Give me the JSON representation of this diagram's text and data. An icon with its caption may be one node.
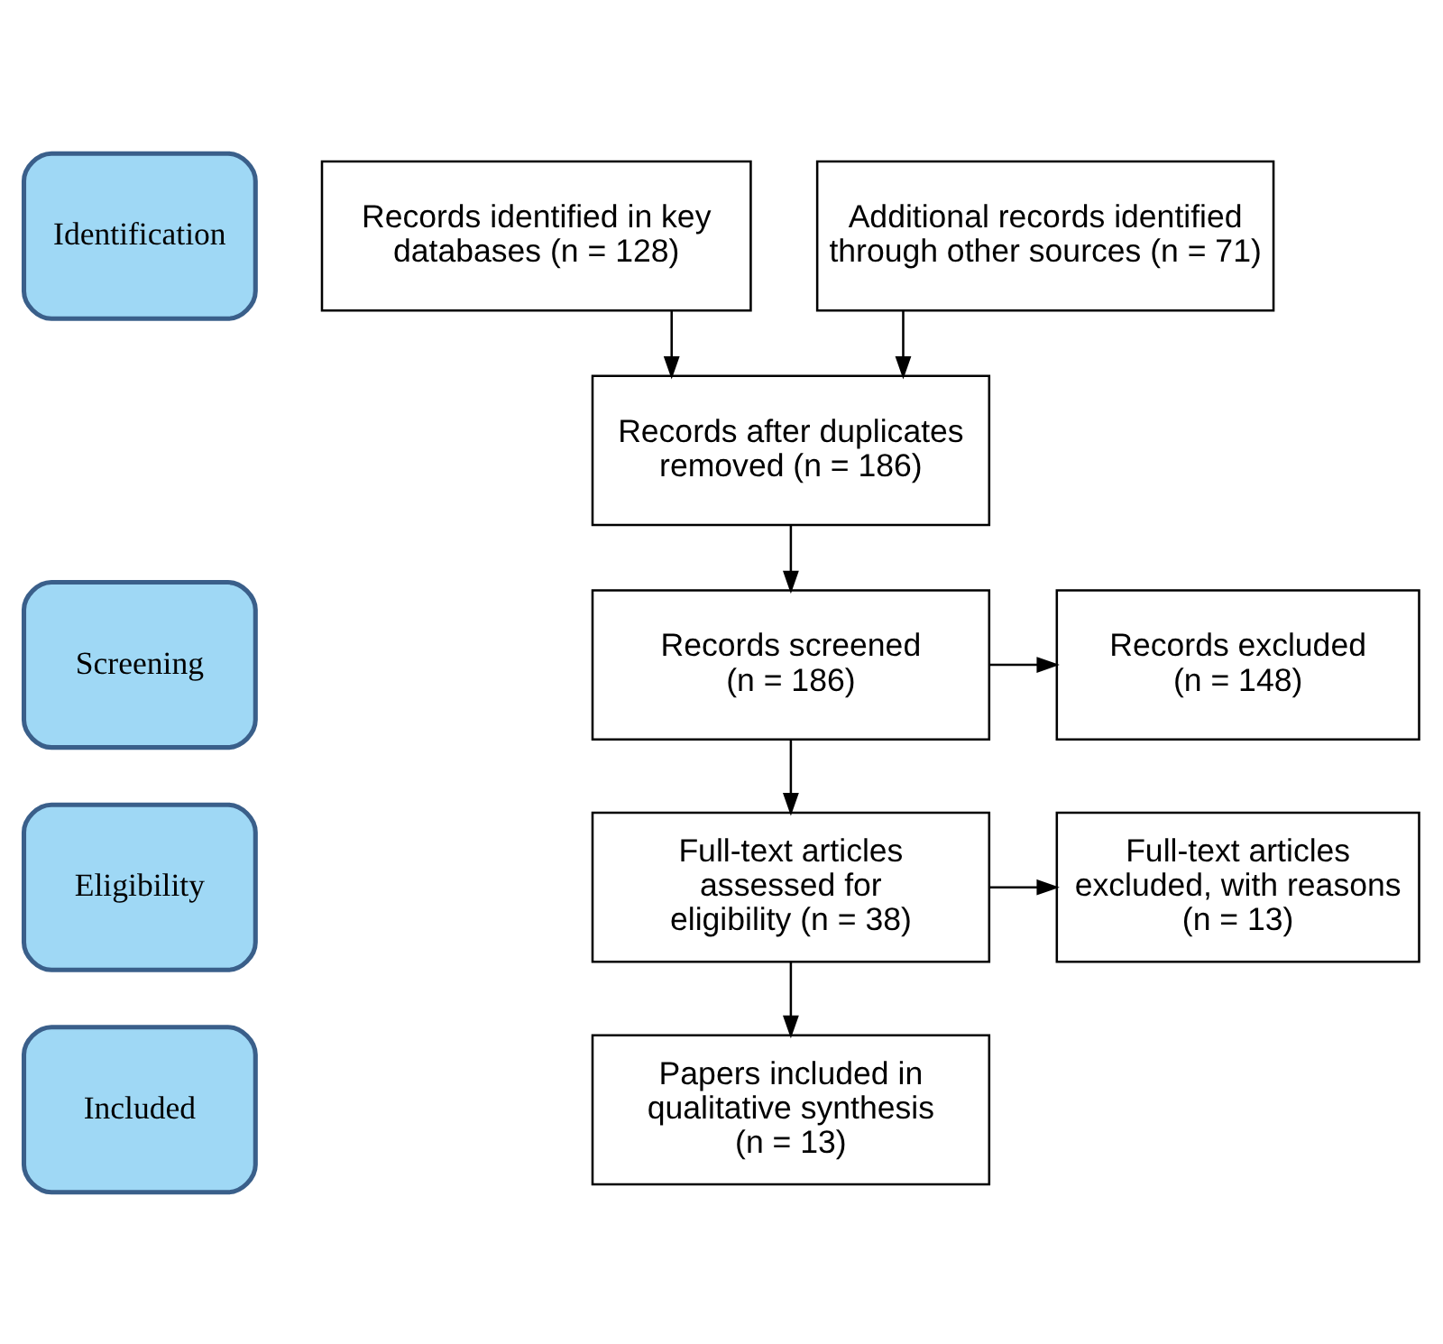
{
  "diagram": {
    "nodes": [
      {
        "text": [
          "Identification"
        ]
      },
      {
        "text": [
          "Screening"
        ]
      },
      {
        "text": [
          "Eligibility"
        ]
      },
      {
        "text": [
          "Included"
        ]
      },
      {
        "text": [
          "Records identified in key databases (n = 128)"
        ]
      },
      {
        "text": [
          "Additional records identified through other sources (n = 71)"
        ]
      },
      {
        "text": [
          "Records after duplicates removed (n = 186)"
        ]
      },
      {
        "text": [
          "Records screened (n = 186)"
        ]
      },
      {
        "text": [
          "Records excluded (n = 148)"
        ]
      },
      {
        "text": [
          "Full-text articles assessed for eligibility (n = 38)"
        ]
      },
      {
        "text": [
          "Full-text articles excluded, with reasons (n = 13)"
        ]
      },
      {
        "text": [
          "Papers included in qualitative synthesis (n = 13)"
        ]
      }
    ],
    "edges": [
      {
        "from": 4,
        "to": 6,
        "arrow": "to"
      },
      {
        "from": 5,
        "to": 6,
        "arrow": "to"
      },
      {
        "from": 6,
        "to": 7,
        "arrow": "to"
      },
      {
        "from": 7,
        "to": 8,
        "arrow": "to"
      },
      {
        "from": 7,
        "to": 9,
        "arrow": "to"
      },
      {
        "from": 9,
        "to": 10,
        "arrow": "to"
      },
      {
        "from": 9,
        "to": 11,
        "arrow": "to"
      }
    ]
  }
}
